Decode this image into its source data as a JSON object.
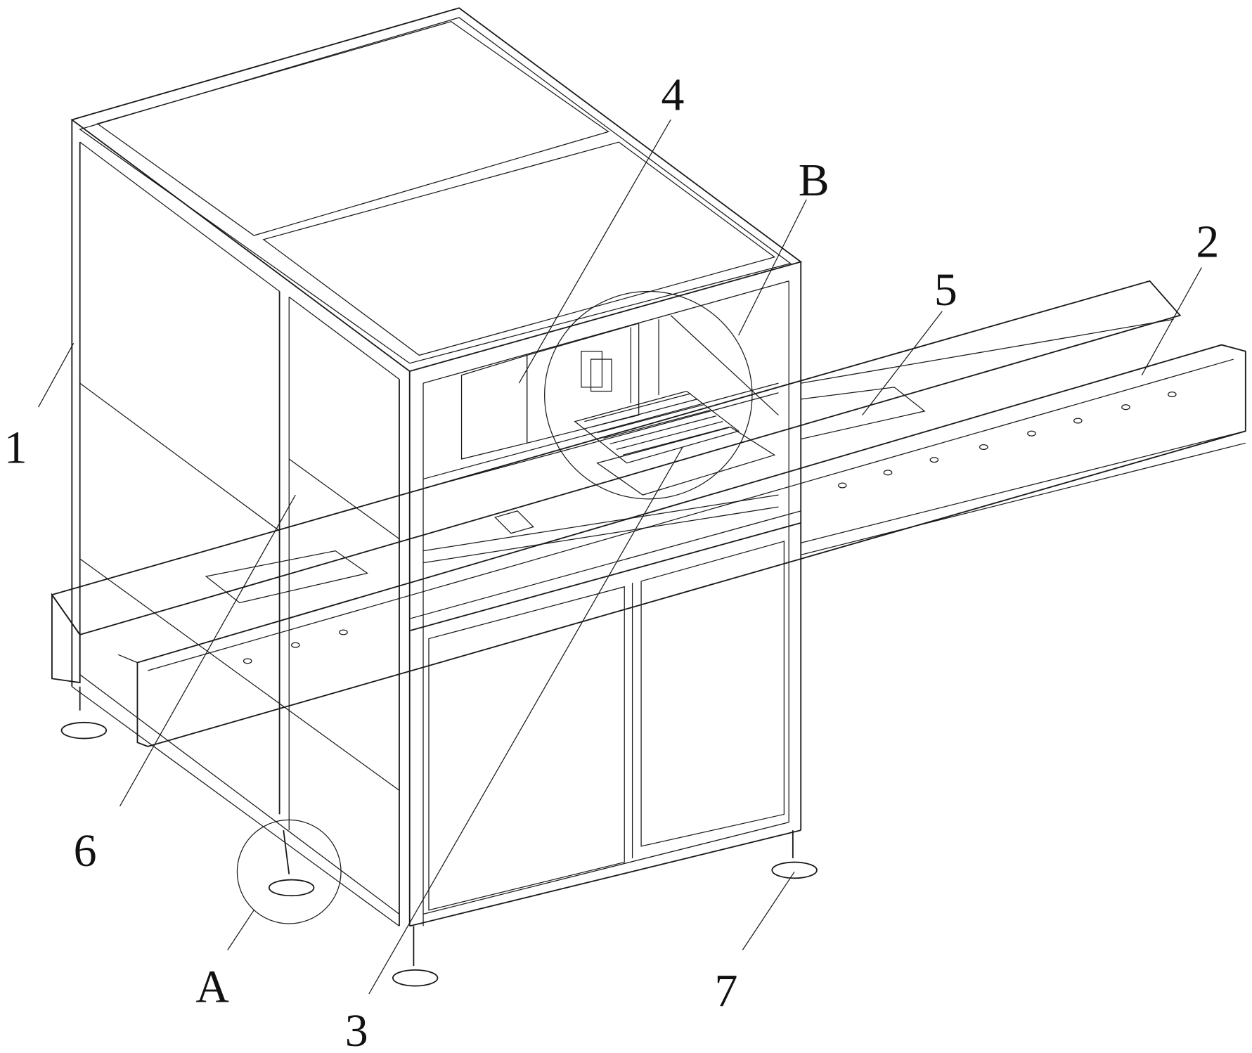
{
  "figure": {
    "labels": {
      "frame": "1",
      "conveyor_rail": "2",
      "tray_platform": "3",
      "gripper_assembly": "4",
      "carrier_plate": "5",
      "support_post": "6",
      "leveling_foot": "7",
      "detail_a": "A",
      "detail_b": "B"
    },
    "line_color": "#1a1a1a",
    "background": "#ffffff"
  }
}
